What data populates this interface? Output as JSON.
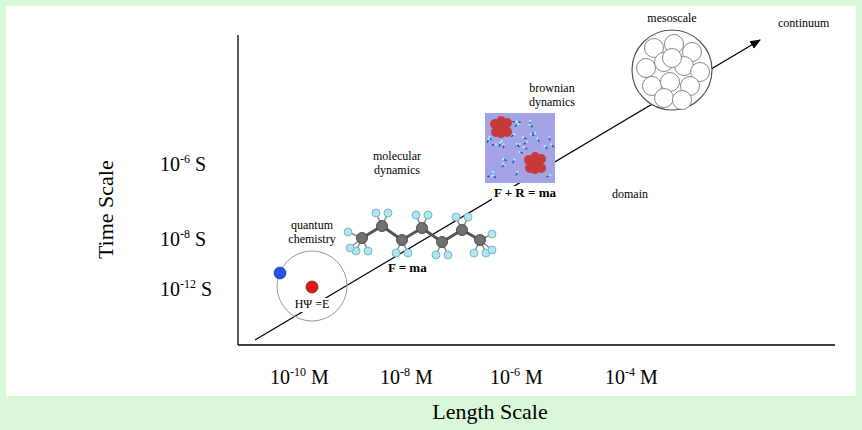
{
  "diagram": {
    "nodes": [
      {
        "text": [
          "quantum chemistry",
          "HΨ =E"
        ]
      },
      {
        "text": [
          "brownian dynamics"
        ]
      },
      {
        "text": [
          "mesoscale"
        ]
      }
    ],
    "labels": [
      "Time Scale",
      "10-6 S",
      "10-8 S",
      "10-12 S",
      "molecular dynamics",
      "F = ma",
      "F + R = ma",
      "continuum",
      "domain",
      "10-10 M",
      "10-8 M",
      "10-6 M",
      "10-4 M",
      "Length Scale"
    ]
  }
}
